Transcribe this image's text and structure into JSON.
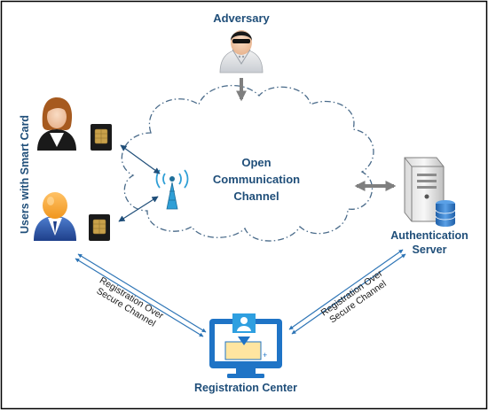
{
  "labels": {
    "adversary": "Adversary",
    "users": "Users with Smart Card",
    "authentication_server_line1": "Authentication",
    "authentication_server_line2": "Server",
    "registration_center": "Registration Center",
    "cloud_line1": "Open",
    "cloud_line2": "Communication",
    "cloud_line3": "Channel",
    "left_channel_line1": "Registration Over",
    "left_channel_line2": "Secure Channel",
    "right_channel_line1": "Registration Over",
    "right_channel_line2": "Secure Channel"
  },
  "colors": {
    "label_text": "#1f4e79",
    "cloud_outline": "#4a6b8a",
    "link_arrow": "#1f4e79",
    "secure_channel_arrow": "#2e75b6",
    "gray_arrow": "#7f7f7f",
    "border": "#000000"
  },
  "icons": {
    "adversary": "hacker-icon",
    "user_female": "user-female-icon",
    "user_male": "user-male-icon",
    "smart_card": "smart-card-icon",
    "antenna": "antenna-tower-icon",
    "server": "server-database-icon",
    "registration": "monitor-download-icon"
  }
}
